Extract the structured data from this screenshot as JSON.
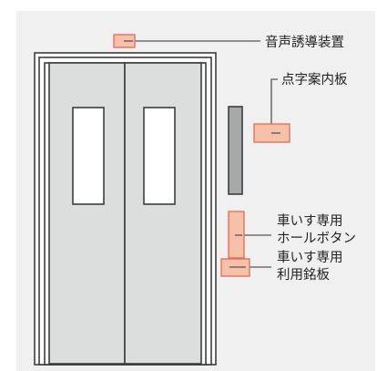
{
  "labels": {
    "speaker": "音声誘導装置",
    "braille": "点字案内板",
    "button_line1": "車いす専用",
    "button_line2": "ホールボタン",
    "plate_line1": "車いす専用",
    "plate_line2": "利用銘板"
  },
  "colors": {
    "background_panel": "#f0f0f0",
    "door_fill": "#dcdddd",
    "panel_fill": "#a7a8a9",
    "marker_fill": "#f7c0a8",
    "marker_stroke": "#e36b54",
    "line": "#555555"
  }
}
